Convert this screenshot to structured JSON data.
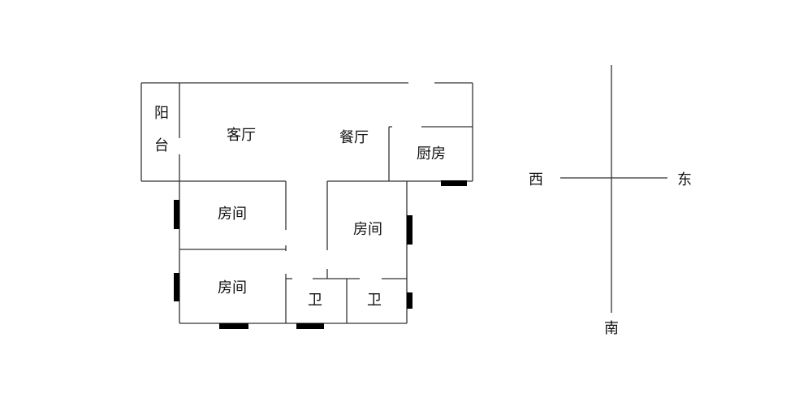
{
  "floorplan": {
    "rooms": {
      "balcony_1": "阳",
      "balcony_2": "台",
      "living_room": "客厅",
      "dining_room": "餐厅",
      "kitchen": "厨房",
      "bedroom_1": "房间",
      "bedroom_2": "房间",
      "bedroom_3": "房间",
      "bathroom_1": "卫",
      "bathroom_2": "卫"
    }
  },
  "compass": {
    "west": "西",
    "east": "东",
    "south": "南"
  }
}
